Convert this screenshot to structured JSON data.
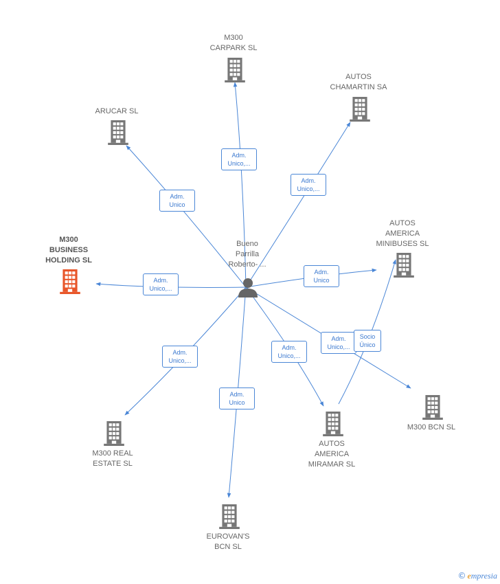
{
  "center": {
    "lines": [
      "Bueno",
      "Parrilla",
      "Roberto- ..."
    ]
  },
  "nodes": [
    {
      "id": "carpark",
      "lines": [
        "M300",
        "CARPARK  SL"
      ],
      "focus": false
    },
    {
      "id": "chamartin",
      "lines": [
        "AUTOS",
        "CHAMARTIN SA"
      ],
      "focus": false
    },
    {
      "id": "arucar",
      "lines": [
        "ARUCAR SL"
      ],
      "focus": false
    },
    {
      "id": "minibuses",
      "lines": [
        "AUTOS",
        "AMERICA",
        "MINIBUSES  SL"
      ],
      "focus": false
    },
    {
      "id": "m300business",
      "lines": [
        "M300",
        "BUSINESS",
        "HOLDING  SL"
      ],
      "focus": true
    },
    {
      "id": "realestate",
      "lines": [
        "M300 REAL",
        "ESTATE  SL"
      ],
      "focus": false
    },
    {
      "id": "miramar",
      "lines": [
        "AUTOS",
        "AMERICA",
        "MIRAMAR  SL"
      ],
      "focus": false
    },
    {
      "id": "bcn",
      "lines": [
        "M300 BCN  SL"
      ],
      "focus": false
    },
    {
      "id": "eurovans",
      "lines": [
        "EUROVAN'S",
        "BCN SL"
      ],
      "focus": false
    }
  ],
  "edges": [
    {
      "to": "carpark",
      "label": [
        "Adm.",
        "Unico,..."
      ]
    },
    {
      "to": "chamartin",
      "label": [
        "Adm.",
        "Unico,..."
      ]
    },
    {
      "to": "arucar",
      "label": [
        "Adm.",
        "Unico"
      ]
    },
    {
      "to": "minibuses",
      "label": [
        "Adm.",
        "Unico"
      ]
    },
    {
      "to": "m300business",
      "label": [
        "Adm.",
        "Unico,..."
      ]
    },
    {
      "to": "realestate",
      "label": [
        "Adm.",
        "Unico,..."
      ]
    },
    {
      "to": "miramar",
      "label": [
        "Adm.",
        "Unico,..."
      ]
    },
    {
      "to": "bcn",
      "label": [
        "Adm.",
        "Unico,..."
      ]
    },
    {
      "to": "eurovans",
      "label": [
        "Adm.",
        "Unico"
      ]
    },
    {
      "from": "miramar",
      "to": "minibuses",
      "label": [
        "Socio",
        "Único"
      ]
    }
  ],
  "colors": {
    "edge": "#4a86d6",
    "building": "#777777",
    "focus_building": "#e8562a",
    "person": "#666666"
  },
  "footer": {
    "copyright": "©",
    "brand_initial": "e",
    "brand_rest": "mpresia"
  }
}
